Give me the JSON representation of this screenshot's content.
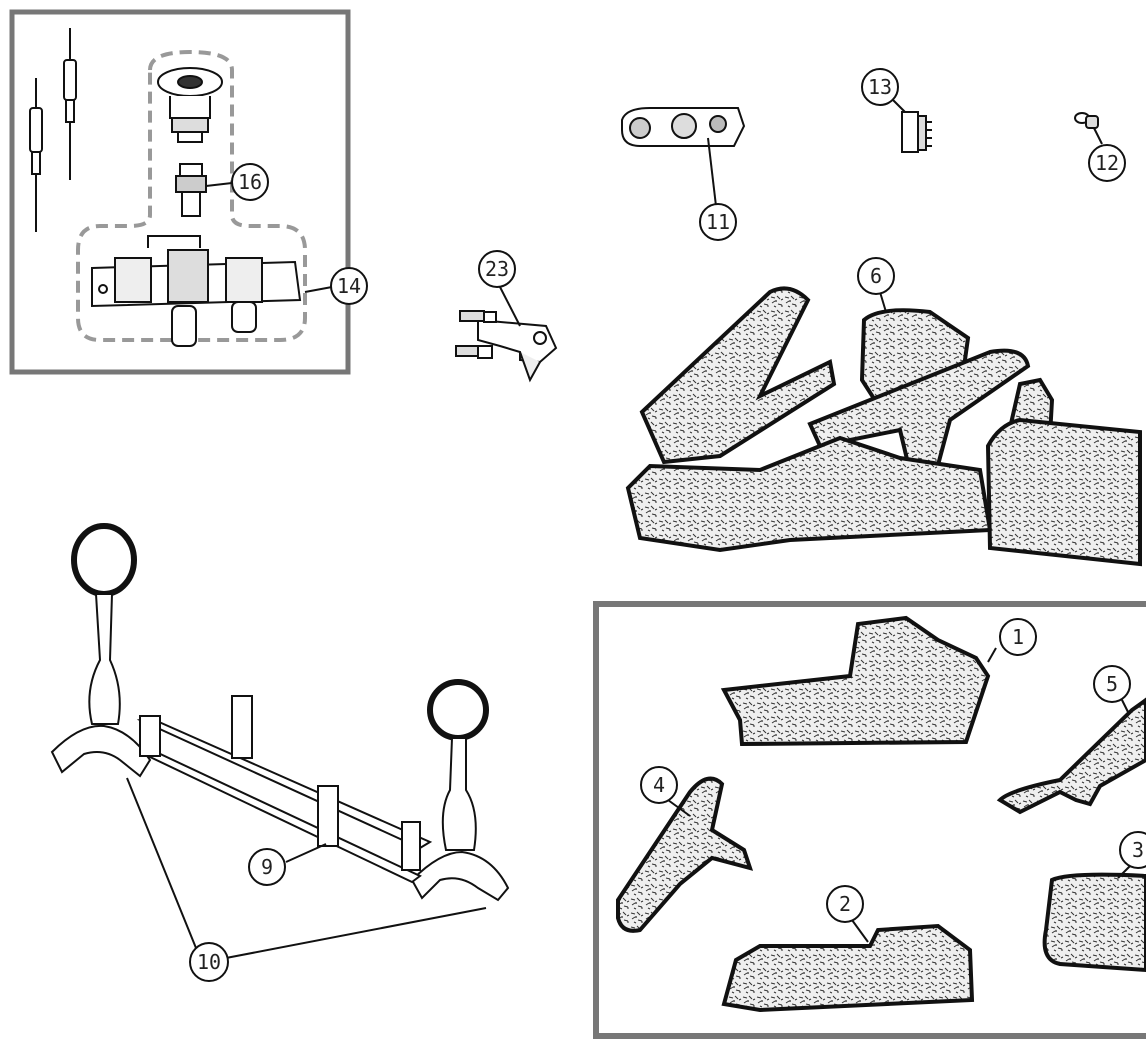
{
  "callouts": {
    "c1": "1",
    "c2": "2",
    "c3": "3",
    "c4": "4",
    "c5": "5",
    "c6": "6",
    "c9": "9",
    "c10": "10",
    "c11": "11",
    "c12": "12",
    "c13": "13",
    "c14": "14",
    "c16": "16",
    "c23": "23"
  },
  "colors": {
    "frame": "#777777",
    "outline": "#111111",
    "dashed": "#999999",
    "log_fill": "#e9e9e9"
  }
}
